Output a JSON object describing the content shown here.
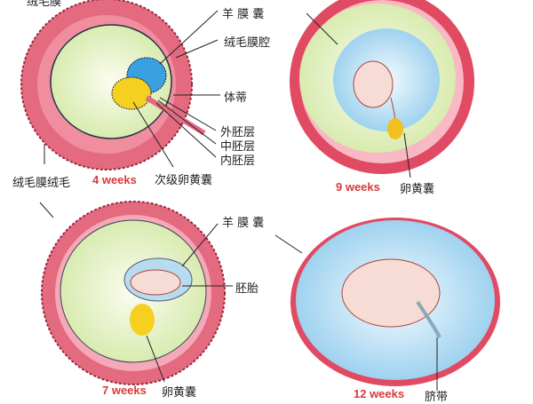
{
  "panels": [
    {
      "stage": "4 weeks",
      "labels": {
        "top_cut": "绒毛膜",
        "amnion": "羊 膜 囊",
        "chorionic_cavity": "绒毛膜腔",
        "body_stalk": "体蒂",
        "ectoderm": "外胚层",
        "mesoderm": "中胚层",
        "endoderm": "内胚层",
        "secondary_yolk_sac": "次级卵黄囊",
        "chorionic_villi": "绒毛膜绒毛"
      }
    },
    {
      "stage": "9 weeks",
      "labels": {
        "yolk_sac": "卵黄囊"
      }
    },
    {
      "stage": "7 weeks",
      "labels": {
        "amnion": "羊 膜 囊",
        "embryo": "胚胎",
        "yolk_sac": "卵黄囊"
      }
    },
    {
      "stage": "12 weeks",
      "labels": {
        "umbilical_cord": "脐带"
      }
    }
  ],
  "colors": {
    "chorion": "#e0506a",
    "cavity": "#eef5d0",
    "amnion": "#a8d8f0",
    "yolk": "#f2d430",
    "stage_label": "#d83a3a"
  }
}
